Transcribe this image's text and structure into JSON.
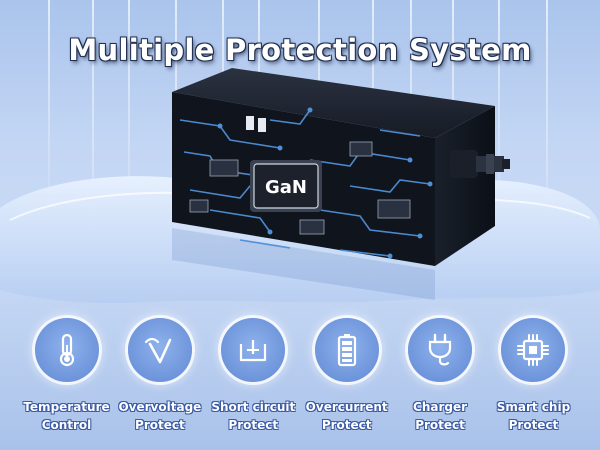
{
  "title": "Mulitiple Protection System",
  "product": {
    "chip_label": "GaN"
  },
  "features": [
    {
      "icon": "thermometer-icon",
      "line1": "Temperature",
      "line2": "Control"
    },
    {
      "icon": "overvoltage-icon",
      "line1": "Overvoltage",
      "line2": "Protect"
    },
    {
      "icon": "short-circuit-icon",
      "line1": "Short circuit",
      "line2": "Protect"
    },
    {
      "icon": "battery-icon",
      "line1": "Overcurrent",
      "line2": "Protect"
    },
    {
      "icon": "plug-icon",
      "line1": "Charger",
      "line2": "Protect"
    },
    {
      "icon": "chip-icon",
      "line1": "Smart chip",
      "line2": "Protect"
    }
  ],
  "colors": {
    "background": "#c3d6f4",
    "icon_circle": "#6e95db",
    "product_body": "#111722",
    "circuit_lines": "#4f8fd6"
  }
}
